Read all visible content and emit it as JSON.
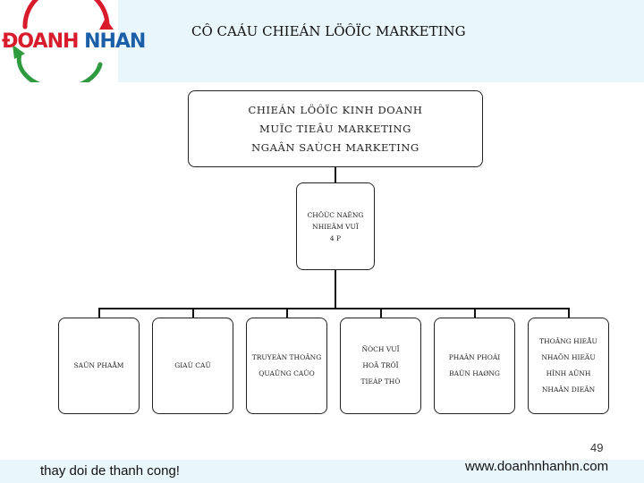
{
  "logo": {
    "part1": "ÐOANH",
    "part2": "NHAN"
  },
  "title": "CÔ CAÁU CHIEÁN LÖÔÏC MARKETING",
  "top_box": [
    "CHIEÁN LÖÔÏC KINH DOANH",
    "MUÏC TIEÂU MARKETING",
    "NGAÂN SAÙCH MARKETING"
  ],
  "mid_box": [
    "CHÖÙC NAÊNG",
    "NHIEÄM VUÏ",
    "4 P"
  ],
  "sub_boxes": [
    {
      "lines": [
        "SAÛN PHAÅM"
      ]
    },
    {
      "lines": [
        "GIAÙ CAÛ"
      ]
    },
    {
      "lines": [
        "TRUYEÀN THOÂNG",
        "QUAÛNG CAÙO"
      ]
    },
    {
      "lines": [
        "ÑÒCH VUÏ",
        "HOÃ TRÔÏ",
        "TIEÁP THÒ"
      ]
    },
    {
      "lines": [
        "PHAÂN PHOÁI",
        "BAÙN HAØNG"
      ]
    },
    {
      "lines": [
        "THOÂNG HIEÅU",
        "NHAÕN HIEÄU",
        "HÌNH AÛNH",
        "NHAÄN DIEÄN"
      ]
    }
  ],
  "page_number": "49",
  "footer": {
    "left": "thay doi de thanh cong!",
    "right": "www.doanhnhanhn.com"
  },
  "colors": {
    "header_bg": "#e9f6fb",
    "logo_red": "#d91c2b",
    "logo_blue": "#1a5fa8"
  }
}
